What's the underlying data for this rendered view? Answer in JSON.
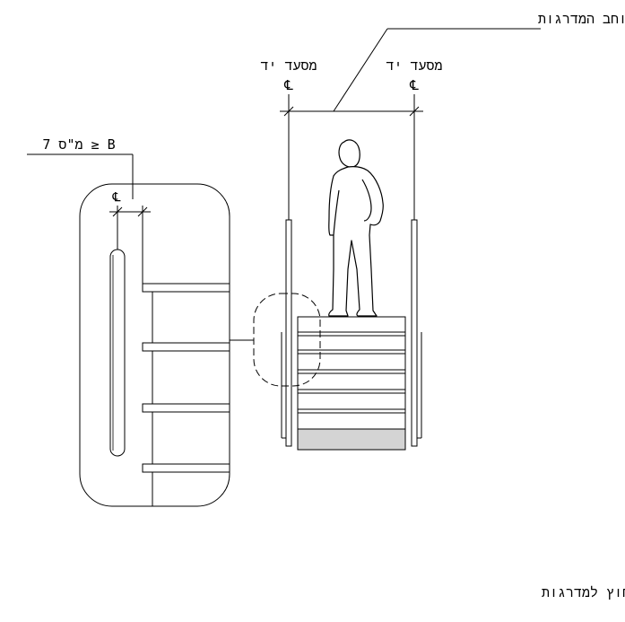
{
  "labels": {
    "stair_width": "רוחב המדרגות",
    "handrail_left": "מסעד יד",
    "handrail_right": "מסעד יד",
    "centerline_symbol": "℄",
    "projection_limit": "מ\"ס 7 ≥ B",
    "caption": "B – בליטת המסעד מחוץ למדרגות"
  },
  "colors": {
    "line": "#000000",
    "tread_fill": "#d4d4d4",
    "background": "#ffffff"
  }
}
